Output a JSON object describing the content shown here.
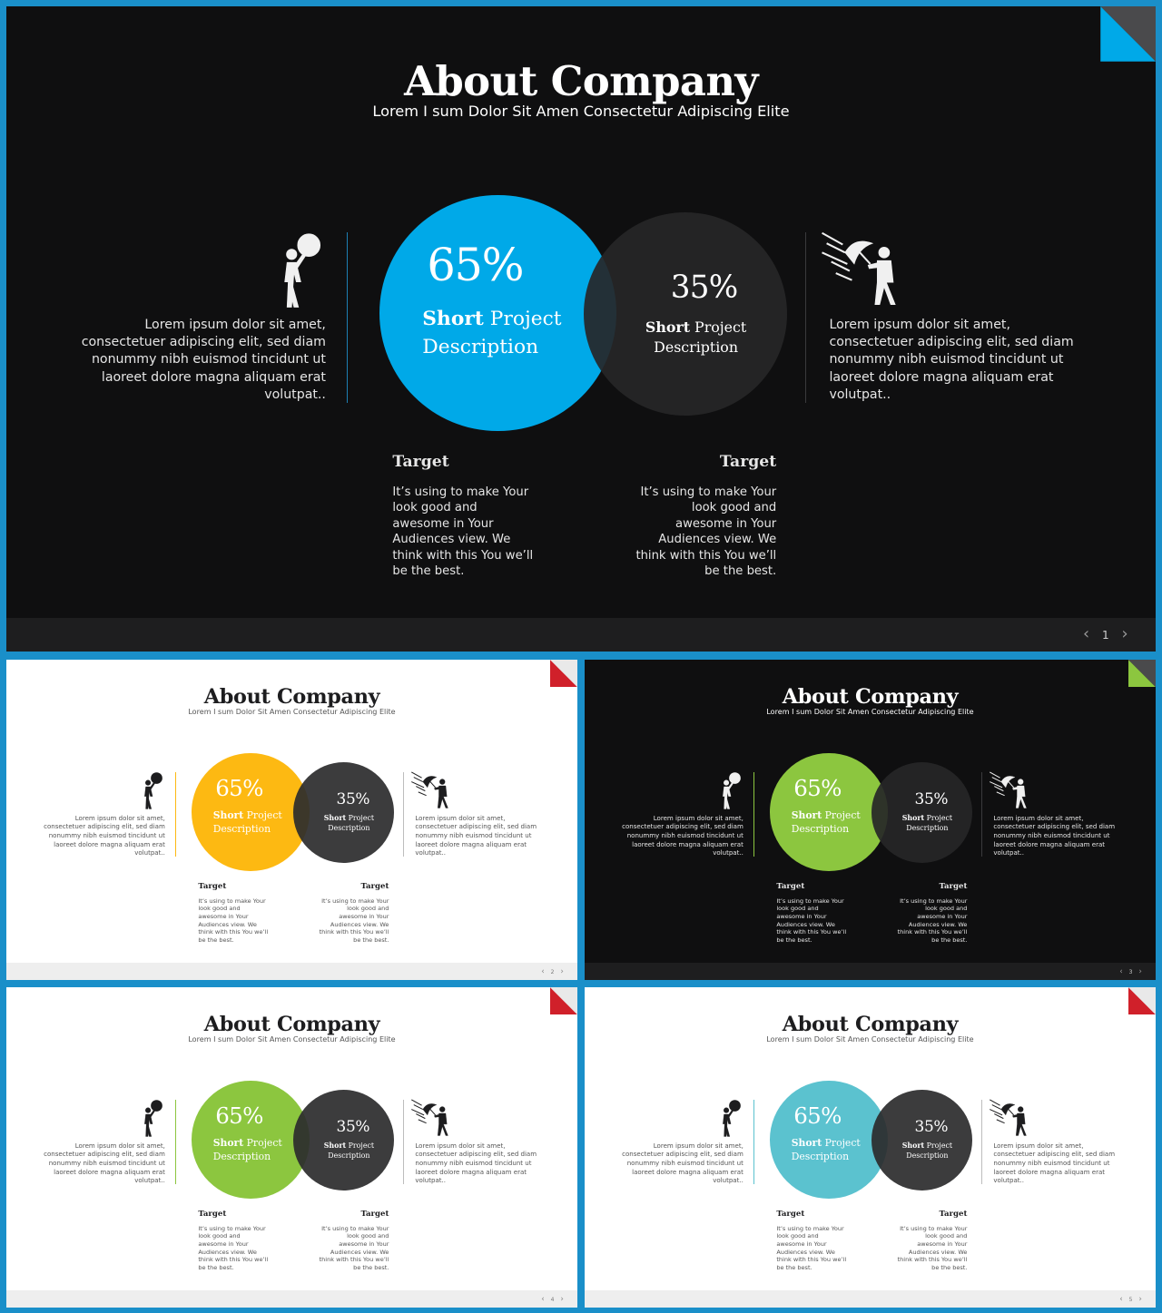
{
  "slides": [
    {
      "theme": "dark",
      "accent": "#00a9e8",
      "corner_a": "#00a9e8",
      "corner_b": "#4a4a4c",
      "vline": "#1d7fb3",
      "page": "1"
    },
    {
      "theme": "light",
      "accent": "#fdb912",
      "corner_a": "#d0202a",
      "corner_b": "#e9e9e9",
      "vline": "#fdb912",
      "page": "2"
    },
    {
      "theme": "dark",
      "accent": "#8cc63f",
      "corner_a": "#8cc63f",
      "corner_b": "#4a4a4c",
      "vline": "#8cc63f",
      "page": "3"
    },
    {
      "theme": "light",
      "accent": "#8cc63f",
      "corner_a": "#d0202a",
      "corner_b": "#e9e9e9",
      "vline": "#8cc63f",
      "page": "4"
    },
    {
      "theme": "light",
      "accent": "#5bc2cf",
      "corner_a": "#d0202a",
      "corner_b": "#e9e9e9",
      "vline": "#5bc2cf",
      "page": "5"
    }
  ],
  "content": {
    "title": "About Company",
    "subtitle": "Lorem I sum Dolor Sit Amen Consectetur Adipiscing Elite",
    "main_percent": "65%",
    "main_desc_bold": "Short",
    "main_desc_rest": " Project Description",
    "secondary_percent": "35%",
    "secondary_desc_bold": "Short",
    "secondary_desc_rest": " Project Description",
    "left_paragraph": "Lorem ipsum dolor sit amet, consectetuer adipiscing elit, sed diam nonummy nibh euismod tincidunt ut laoreet dolore magna aliquam erat volutpat..",
    "right_paragraph": "Lorem ipsum dolor sit amet, consectetuer adipiscing elit, sed diam nonummy nibh euismod tincidunt ut laoreet dolore magna aliquam erat volutpat..",
    "target_left_title": "Target",
    "target_left_text": "It’s using to make Your look good and awesome in Your Audiences view. We think with this You we’ll be the best.",
    "target_right_title": "Target",
    "target_right_text": "It’s using to make Your look good and awesome in Your Audiences view. We think with this You we’ll be the best.",
    "icons": {
      "left": "person-target-icon",
      "right": "person-umbrella-icon",
      "prev": "chevron-left-icon",
      "next": "chevron-right-icon"
    }
  }
}
